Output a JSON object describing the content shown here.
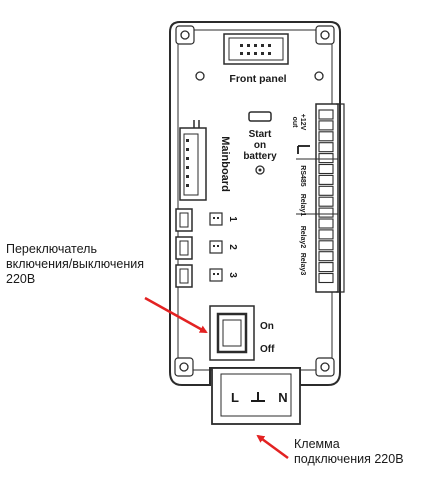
{
  "labels": {
    "front_panel": "Front panel",
    "start_battery_line1": "Start",
    "start_battery_line2": "on",
    "start_battery_line3": "battery",
    "mainboard": "Mainboard",
    "relay_num_1": "1",
    "relay_num_2": "2",
    "relay_num_3": "3",
    "on": "On",
    "off": "Off",
    "terminal_L": "L",
    "terminal_N": "N",
    "right_plus12v": "+12V",
    "right_out": "out",
    "right_rs485": "RS485",
    "right_relay1": "Relay1",
    "right_relay2": "Relay2",
    "right_relay3": "Relay3"
  },
  "callouts": {
    "switch_label": "Переключатель\nвключения/выключения\n220В",
    "terminal_label_line1": "Клемма",
    "terminal_label_line2": "подключения 220В"
  },
  "colors": {
    "outline": "#2b2b2b",
    "arrow": "#e32222",
    "text": "#1a1a1a"
  }
}
